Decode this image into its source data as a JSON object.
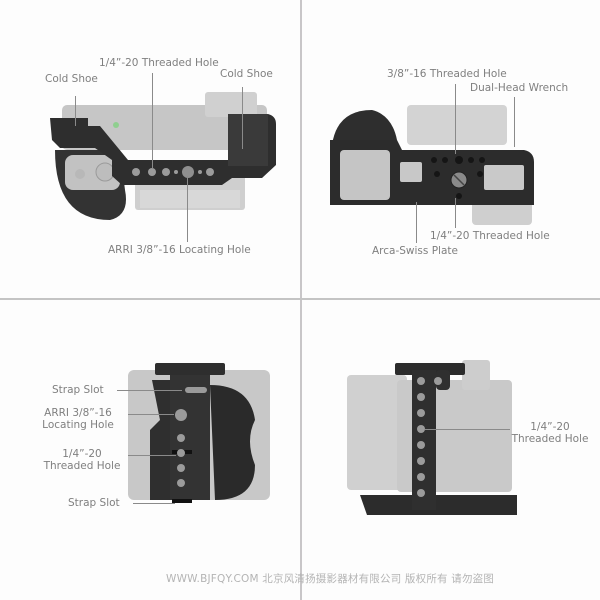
{
  "panels": {
    "top_left": {
      "view": "top view of camera cage",
      "labels": {
        "cold_shoe_left": "Cold Shoe",
        "threaded_hole": "1/4”-20 Threaded Hole",
        "cold_shoe_right": "Cold Shoe",
        "arri_locating_hole": "ARRI 3/8”-16 Locating Hole"
      }
    },
    "top_right": {
      "view": "bottom view of camera cage",
      "labels": {
        "threaded_hole_38": "3/8”-16 Threaded Hole",
        "dual_head_wrench": "Dual-Head Wrench",
        "threaded_hole_14": "1/4”-20 Threaded Hole",
        "arca_swiss_plate": "Arca-Swiss Plate"
      }
    },
    "bottom_left": {
      "view": "grip side view of camera cage",
      "labels": {
        "strap_slot_top": "Strap Slot",
        "arri_line1": "ARRI 3/8”-16",
        "arri_line2": "Locating Hole",
        "threaded_line1": "1/4”-20",
        "threaded_line2": "Threaded Hole",
        "strap_slot_bottom": "Strap Slot"
      }
    },
    "bottom_right": {
      "view": "lens side view of camera cage",
      "labels": {
        "threaded_line1": "1/4”-20",
        "threaded_line2": "Threaded Hole"
      }
    }
  },
  "watermark": "WWW.BJFQY.COM 北京风清扬摄影器材有限公司 版权所有 请勿盗图",
  "colors": {
    "background": "#fdfdfd",
    "divider": "#c6c6c6",
    "label_text": "#7f7f7f",
    "cage_metal": "#2b2b2b",
    "camera_body": "#c9c9c9"
  }
}
